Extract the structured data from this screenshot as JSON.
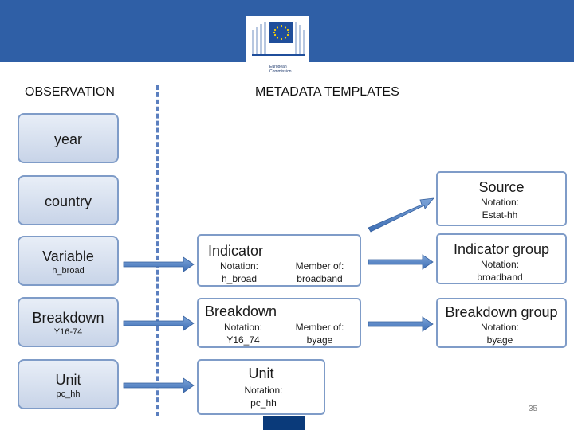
{
  "logo": {
    "line1": "European",
    "line2": "Commission"
  },
  "headings": {
    "observation": "OBSERVATION",
    "metadata": "METADATA TEMPLATES"
  },
  "observation": [
    {
      "title": "year",
      "sub": ""
    },
    {
      "title": "country",
      "sub": ""
    },
    {
      "title": "Variable",
      "sub": "h_broad"
    },
    {
      "title": "Breakdown",
      "sub": "Y16-74"
    },
    {
      "title": "Unit",
      "sub": "pc_hh"
    }
  ],
  "templates": {
    "indicator": {
      "title": "Indicator",
      "notation_label": "Notation:",
      "notation": "h_broad",
      "member_label": "Member of:",
      "member": "broadband"
    },
    "breakdown": {
      "title": "Breakdown",
      "notation_label": "Notation:",
      "notation": "Y16_74",
      "member_label": "Member of:",
      "member": "byage"
    },
    "unit": {
      "title": "Unit",
      "notation_label": "Notation:",
      "notation": "pc_hh"
    },
    "source": {
      "title": "Source",
      "notation_label": "Notation:",
      "notation": "Estat-hh"
    },
    "indicator_group": {
      "title": "Indicator group",
      "notation_label": "Notation:",
      "notation": "broadband"
    },
    "breakdown_group": {
      "title": "Breakdown group",
      "notation_label": "Notation:",
      "notation": "byage"
    }
  },
  "page_number": "35",
  "colors": {
    "banner": "#2f5fa6",
    "box_border": "#7f9cc8",
    "arrow": "#4f7fc0",
    "divider": "#5b7fbf",
    "footer": "#0a3a7a"
  }
}
